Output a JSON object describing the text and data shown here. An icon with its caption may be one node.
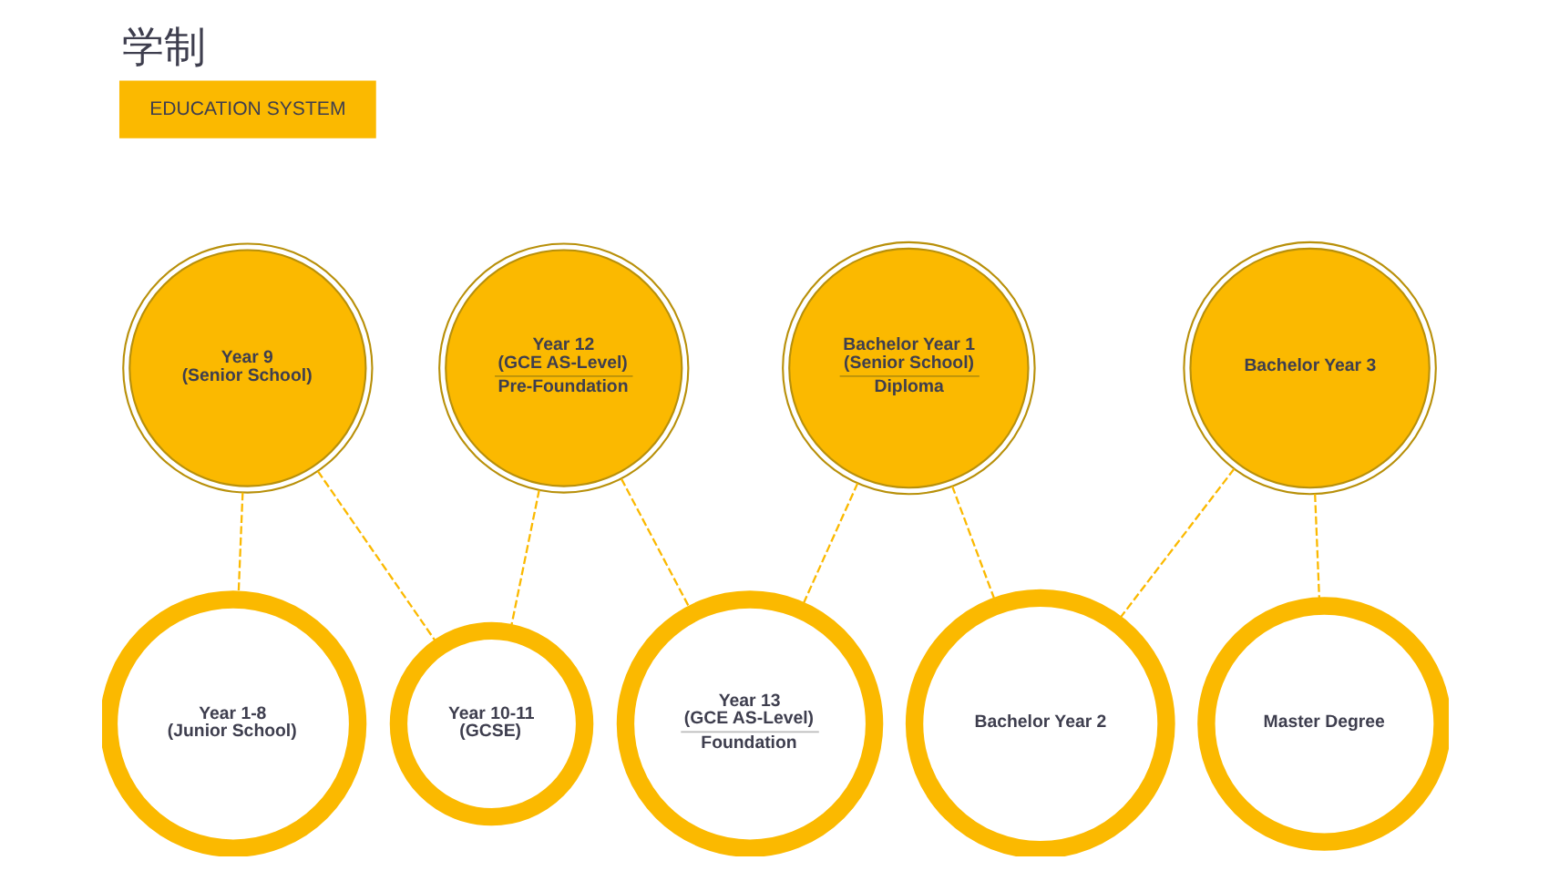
{
  "diagram": {
    "title": "学制",
    "nodes": [
      {
        "text": [
          "Year 1-8 (Junior School)"
        ]
      },
      {
        "text": [
          "Year 9 (Senior School)"
        ]
      },
      {
        "text": [
          "Year 10-11 (GCSE)"
        ]
      },
      {
        "text": [
          "Year 12 (GCE AS-Level)",
          "Pre-Foundation"
        ]
      },
      {
        "text": [
          "Year 13 (GCE AS-Level)",
          "Foundation"
        ]
      },
      {
        "text": [
          "Bachelor Year 1 (Senior School)",
          "Diploma"
        ]
      },
      {
        "text": [
          "Bachelor Year 2"
        ]
      },
      {
        "text": [
          "Bachelor Year 3"
        ]
      },
      {
        "text": [
          "Master Degree"
        ]
      }
    ],
    "edges": [
      {
        "from": 1,
        "to": 0,
        "arrow": "none",
        "style": "dashed"
      },
      {
        "from": 1,
        "to": 2,
        "arrow": "none",
        "style": "dashed"
      },
      {
        "from": 3,
        "to": 2,
        "arrow": "none",
        "style": "dashed"
      },
      {
        "from": 3,
        "to": 4,
        "arrow": "none",
        "style": "dashed"
      },
      {
        "from": 5,
        "to": 4,
        "arrow": "none",
        "style": "dashed"
      },
      {
        "from": 5,
        "to": 6,
        "arrow": "none",
        "style": "dashed"
      },
      {
        "from": 7,
        "to": 6,
        "arrow": "none",
        "style": "dashed"
      },
      {
        "from": 7,
        "to": 8,
        "arrow": "none",
        "style": "dashed"
      }
    ],
    "labels": [
      "EDUCATION SYSTEM"
    ]
  }
}
